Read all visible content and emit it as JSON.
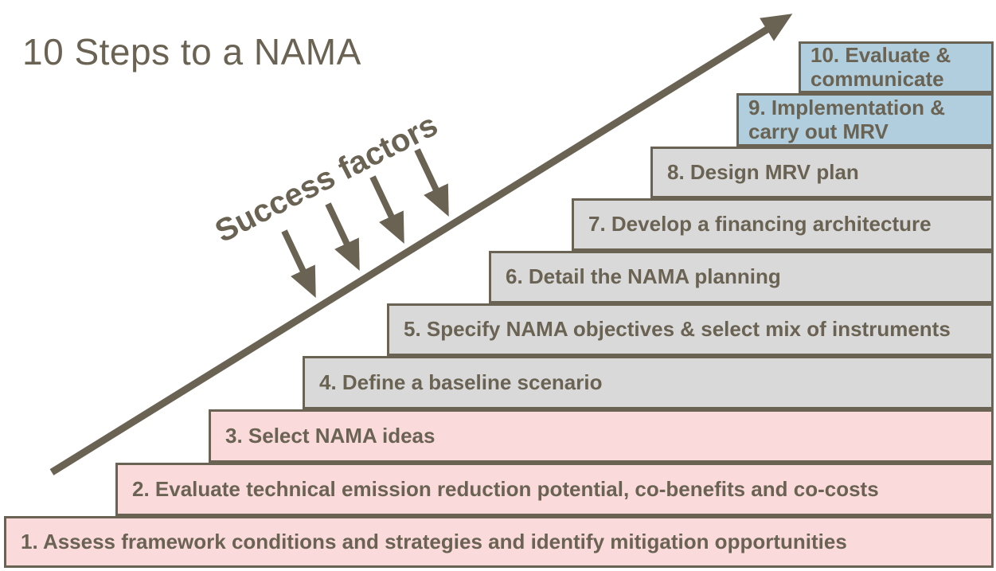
{
  "title": "10 Steps to a NAMA",
  "success_label": "Success factors",
  "colors": {
    "accent_olive": "#6A6353",
    "step_pink": "#FADADA",
    "step_gray": "#D9D9D9",
    "step_blue": "#B0CEDD"
  },
  "steps": [
    {
      "number": 1,
      "label": "1. Assess framework conditions and strategies and identify mitigation opportunities",
      "group": "pink"
    },
    {
      "number": 2,
      "label": "2. Evaluate technical emission reduction potential, co-benefits and co-costs",
      "group": "pink"
    },
    {
      "number": 3,
      "label": "3. Select NAMA ideas",
      "group": "pink"
    },
    {
      "number": 4,
      "label": "4. Define a baseline scenario",
      "group": "gray"
    },
    {
      "number": 5,
      "label": "5. Specify NAMA objectives & select mix of instruments",
      "group": "gray"
    },
    {
      "number": 6,
      "label": "6. Detail the NAMA planning",
      "group": "gray"
    },
    {
      "number": 7,
      "label": "7. Develop a financing architecture",
      "group": "gray"
    },
    {
      "number": 8,
      "label": "8. Design MRV plan",
      "group": "gray"
    },
    {
      "number": 9,
      "label": "9. Implementation & carry out MRV",
      "group": "blue"
    },
    {
      "number": 10,
      "label": "10. Evaluate & communicate",
      "group": "blue"
    }
  ]
}
